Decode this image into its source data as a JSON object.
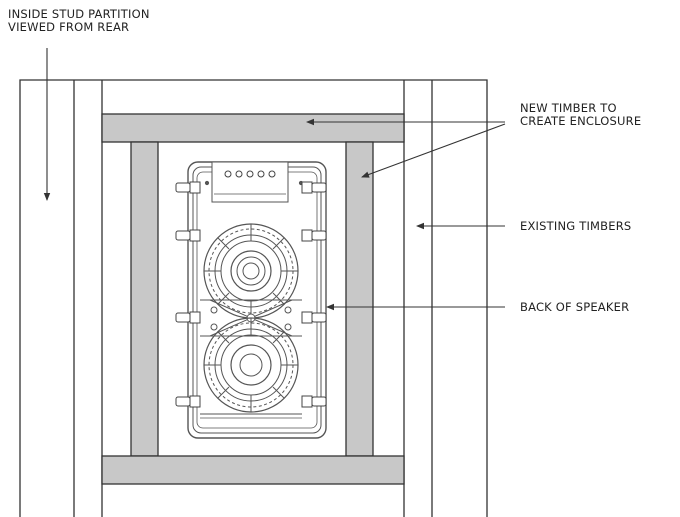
{
  "labels": {
    "title_line1": "INSIDE STUD PARTITION",
    "title_line2": "VIEWED FROM REAR",
    "new_timber_line1": "NEW TIMBER TO",
    "new_timber_line2": "CREATE ENCLOSURE",
    "existing_timbers": "EXISTING TIMBERS",
    "back_of_speaker": "BACK OF SPEAKER"
  },
  "colors": {
    "line": "#333333",
    "timber_fill": "#c8c8c8",
    "speaker_stroke": "#555555",
    "background": "#ffffff"
  }
}
